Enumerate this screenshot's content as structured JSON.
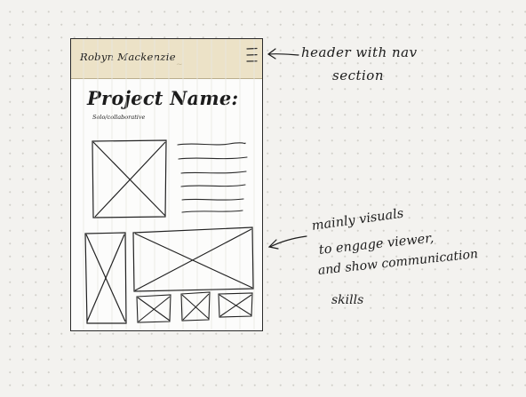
{
  "phone": {
    "author_name": "Robyn Mackenzie",
    "nav_icon": "hamburger-menu-icon",
    "project_title": "Project Name:",
    "project_subtitle": "Solo/collaborative"
  },
  "annotations": {
    "header_note_line1": "header with nav",
    "header_note_line2": "section",
    "main_note_line1": "mainly visuals",
    "main_note_line2": "to engage viewer,",
    "main_note_line3": "and show communication",
    "main_note_line4": "skills"
  },
  "colors": {
    "canvas": "#f3f2ef",
    "header": "#ece2c7",
    "ink": "#1c1c1c"
  }
}
